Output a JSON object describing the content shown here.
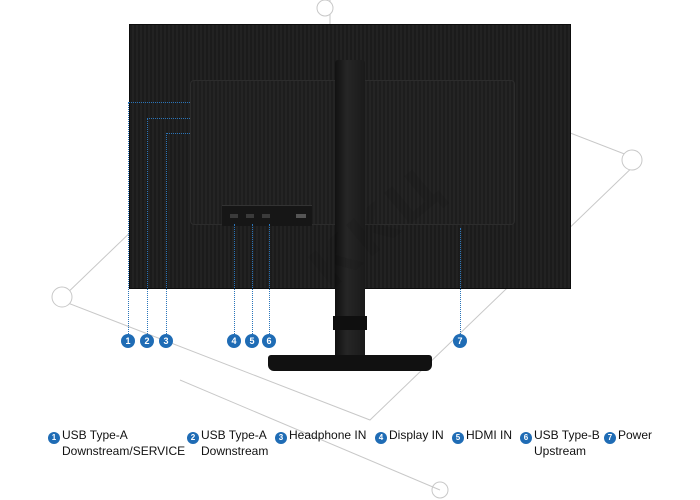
{
  "diagram": {
    "watermark": "ККЦ",
    "callouts": [
      "1",
      "2",
      "3",
      "4",
      "5",
      "6",
      "7"
    ]
  },
  "legend": [
    {
      "num": "1",
      "line1": "USB Type-A",
      "line2": "Downstream/SERVICE"
    },
    {
      "num": "2",
      "line1": "USB Type-A",
      "line2": "Downstream"
    },
    {
      "num": "3",
      "line1": "Headphone IN",
      "line2": ""
    },
    {
      "num": "4",
      "line1": "Display IN",
      "line2": ""
    },
    {
      "num": "5",
      "line1": "HDMI IN",
      "line2": ""
    },
    {
      "num": "6",
      "line1": "USB Type-B",
      "line2": "Upstream"
    },
    {
      "num": "7",
      "line1": "Power",
      "line2": ""
    }
  ]
}
